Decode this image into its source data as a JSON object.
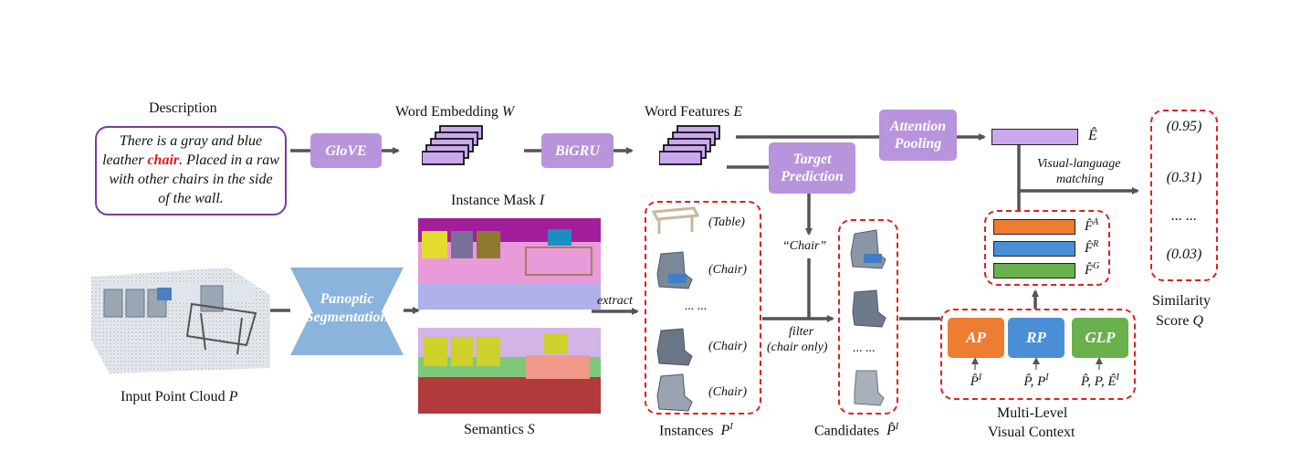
{
  "description": {
    "title": "Description",
    "text_before": "There is a gray and blue leather ",
    "highlight": "chair",
    "text_after": ". Placed in a raw with other chairs in the side of the wall."
  },
  "modules": {
    "glove": "GloVE",
    "bigru": "BiGRU",
    "attention_pooling": "Attention Pooling",
    "target_prediction": "Target Prediction",
    "panoptic_segmentation": "Panoptic Segmentation"
  },
  "labels": {
    "word_embedding": "Word Embedding",
    "word_embedding_sym": "W",
    "word_features": "Word Features",
    "word_features_sym": "E",
    "instance_mask": "Instance Mask",
    "instance_mask_sym": "I",
    "semantics": "Semantics",
    "semantics_sym": "S",
    "input_point_cloud": "Input Point Cloud",
    "input_point_cloud_sym": "P",
    "instances": "Instances",
    "instances_sym": "P",
    "instances_sup": "I",
    "candidates": "Candidates",
    "candidates_sym": "P̂",
    "candidates_sup": "I",
    "extract": "extract",
    "chair_quote": "“Chair”",
    "filter": "filter",
    "filter_note": "(chair only)",
    "multi_level_1": "Multi-Level",
    "multi_level_2": "Visual Context",
    "vl_matching_1": "Visual-language",
    "vl_matching_2": "matching",
    "e_hat": "Ê",
    "similarity_1": "Similarity",
    "similarity_2": "Score",
    "similarity_sym": "Q"
  },
  "instance_items": [
    "(Table)",
    "(Chair)",
    "... ...",
    "(Chair)",
    "(Chair)"
  ],
  "candidate_ellipsis": "... ...",
  "feature_stack": [
    {
      "sym": "F̂",
      "sup": "A",
      "color": "#ed7d31"
    },
    {
      "sym": "F̂",
      "sup": "R",
      "color": "#4a8fd6"
    },
    {
      "sym": "F̂",
      "sup": "G",
      "color": "#6ab04c"
    }
  ],
  "context_modules": [
    {
      "name": "AP",
      "color": "#ed7d31",
      "input": "P̂",
      "input_sup": "I"
    },
    {
      "name": "RP",
      "color": "#4a8fd6",
      "input": "P̂, P",
      "input_sup": "I"
    },
    {
      "name": "GLP",
      "color": "#6ab04c",
      "input": "P̂, P, Ê",
      "input_sup": "I"
    }
  ],
  "scores": [
    "(0.95)",
    "(0.31)",
    "... ...",
    "(0.03)"
  ],
  "colors": {
    "module_purple": "#b894dc",
    "dashed_red": "#e02020",
    "panoptic_blue": "#8ab4dc",
    "arrow_gray": "#555555",
    "embedding_fill": "#c9a8ee"
  }
}
